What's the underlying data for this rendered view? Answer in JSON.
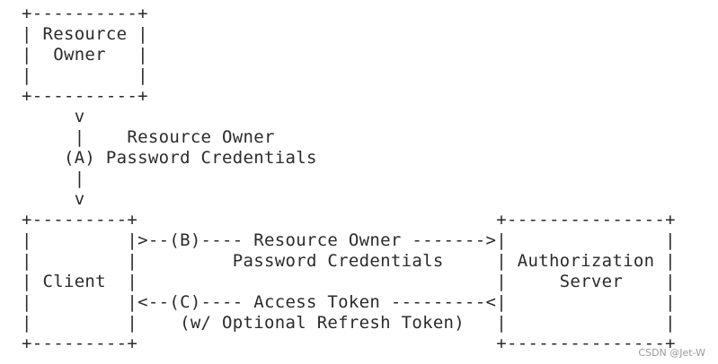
{
  "diagram": {
    "lines": [
      "+----------+",
      "| Resource |",
      "|  Owner   |",
      "|          |",
      "+----------+",
      "     v",
      "     |    Resource Owner",
      "    (A) Password Credentials",
      "     |",
      "     v",
      "+---------+                                  +---------------+",
      "|         |>--(B)---- Resource Owner ------->|               |",
      "|         |         Password Credentials     | Authorization |",
      "| Client  |                                  |     Server    |",
      "|         |<--(C)---- Access Token ---------<|               |",
      "|         |    (w/ Optional Refresh Token)   |               |",
      "+---------+                                  +---------------+"
    ]
  },
  "watermark": "CSDN @Jet-W"
}
